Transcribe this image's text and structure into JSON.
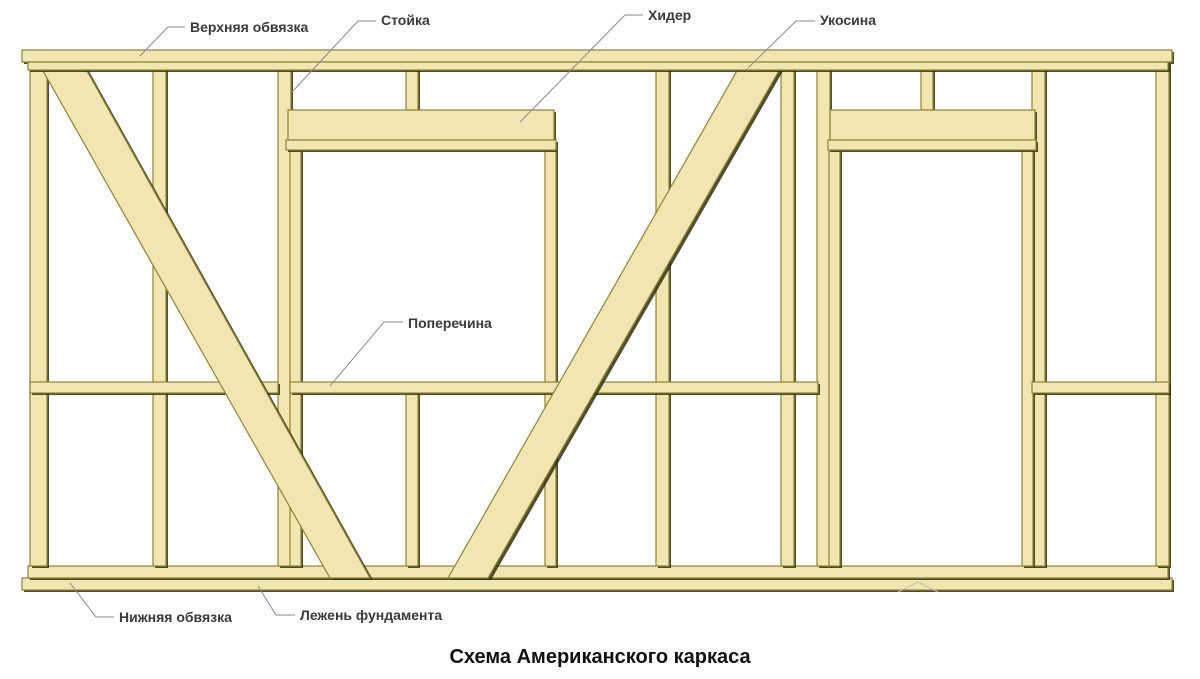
{
  "labels": {
    "top_plate": "Верхняя обвязка",
    "stud": "Стойка",
    "header": "Хидер",
    "brace": "Укосина",
    "crossbar": "Поперечина",
    "bottom_plate": "Нижняя обвязка",
    "sill": "Лежень фундамента"
  },
  "caption": "Схема Американского каркаса",
  "colors": {
    "timber": "#f1e6b2",
    "timber_edge": "#8c8430",
    "timber_shadow": "#2f2f14",
    "leader": "#8a8a8a",
    "label_text": "#3a3a3a"
  }
}
